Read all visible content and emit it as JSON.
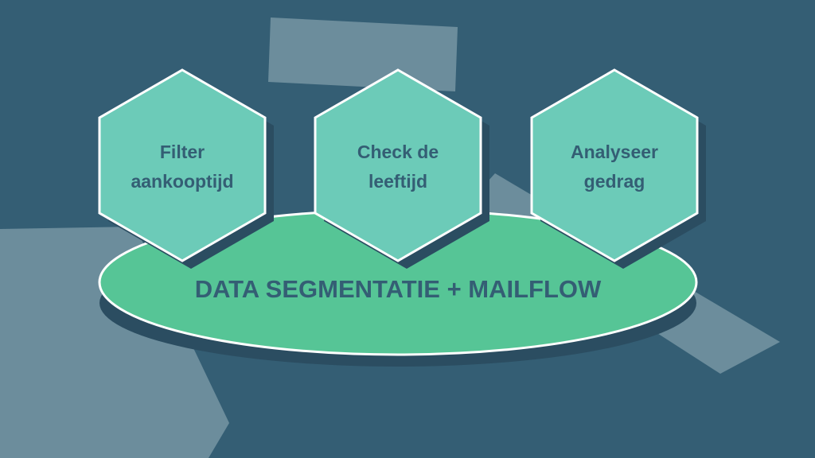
{
  "colors": {
    "background": "#345e74",
    "decor_shape": "#6c8d9c",
    "ellipse_fill": "#56c596",
    "hex_fill": "#6ccbb8",
    "outline": "#ffffff",
    "shadow": "#2b4d61",
    "text": "#345e74"
  },
  "diagram": {
    "ellipse": {
      "label": "DATA SEGMENTATIE + MAILFLOW"
    },
    "hexagons": [
      {
        "line1": "Filter",
        "line2": "aankooptijd"
      },
      {
        "line1": "Check de",
        "line2": "leeftijd"
      },
      {
        "line1": "Analyseer",
        "line2": "gedrag"
      }
    ]
  }
}
